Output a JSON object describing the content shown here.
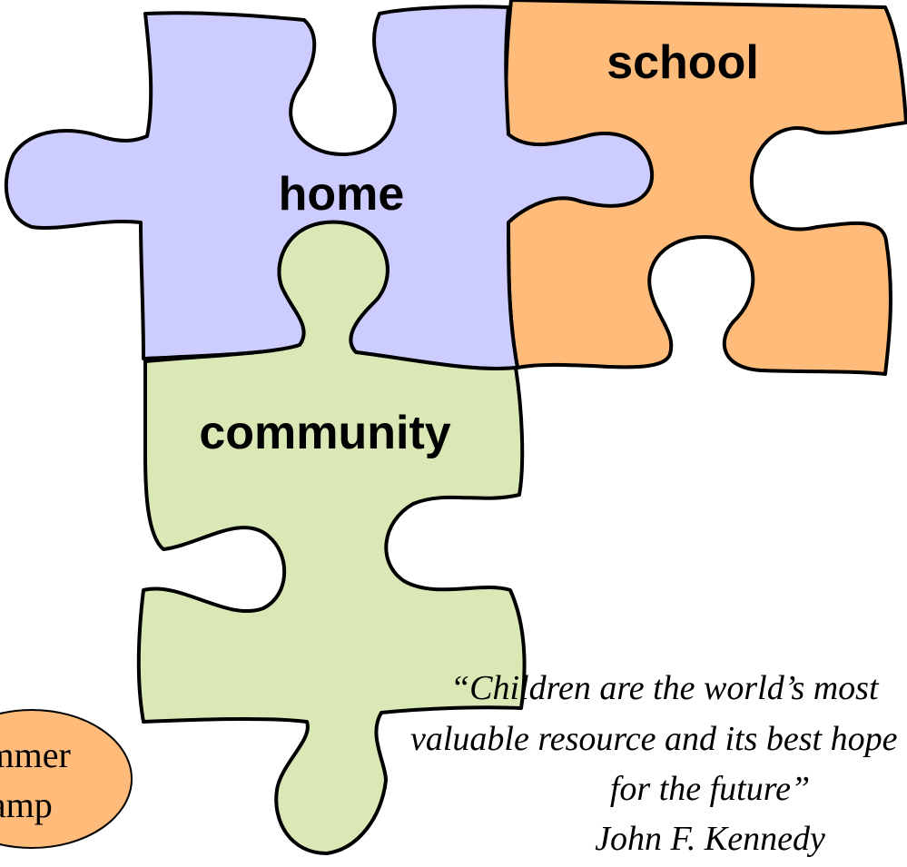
{
  "pieces": {
    "home": {
      "label": "home",
      "color": "#ccccff"
    },
    "school": {
      "label": "school",
      "color": "#ffbb7a"
    },
    "community": {
      "label": "community",
      "color": "#d9e8b4"
    }
  },
  "outline_color": "#000000",
  "quote": {
    "line1": "“Children are the world’s most",
    "line2": "valuable resource and its best hope",
    "line3": "for the future”",
    "author": "John F. Kennedy"
  },
  "badge": {
    "line1": "Summer",
    "line2": "Camp",
    "color": "#ffbb7a"
  }
}
